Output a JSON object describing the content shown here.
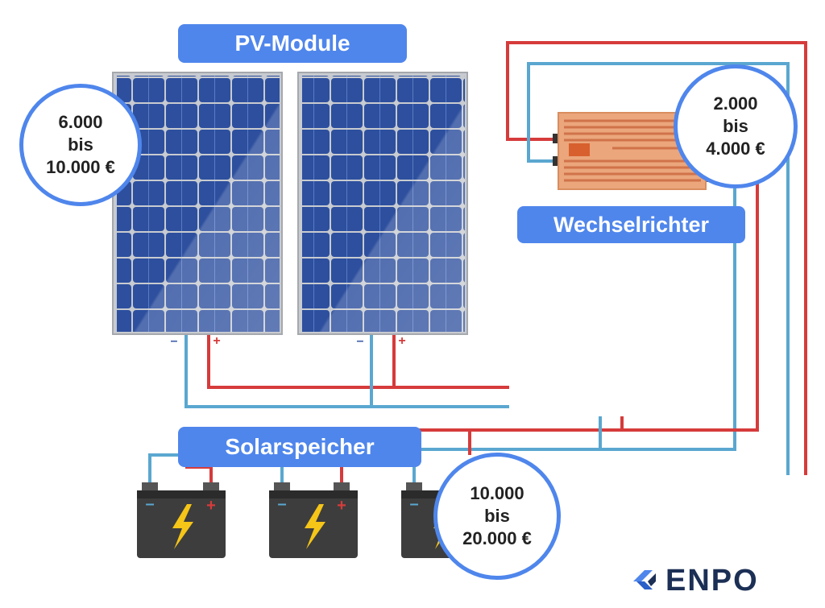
{
  "labels": {
    "pv_module": "PV-Module",
    "inverter": "Wechselrichter",
    "storage": "Solarspeicher"
  },
  "prices": {
    "pv": {
      "min": "6.000",
      "sep": "bis",
      "max": "10.000 €"
    },
    "inverter": {
      "min": "2.000",
      "sep": "bis",
      "max": "4.000 €"
    },
    "storage": {
      "min": "10.000",
      "sep": "bis",
      "max": "20.000 €"
    }
  },
  "terminals": {
    "minus": "–",
    "plus": "+"
  },
  "brand": {
    "name": "ENPO"
  },
  "colors": {
    "accent": "#4f86ec",
    "wire_positive": "#d63b3b",
    "wire_negative": "#5aa7d0",
    "panel_cell": "#2d4f9e",
    "inverter_body": "#e8a57c",
    "battery_body": "#3a3a3a",
    "bolt": "#f5c518"
  },
  "icons": [
    "solar-panel-icon",
    "inverter-icon",
    "battery-icon",
    "lightning-icon",
    "enpo-logo-icon"
  ]
}
